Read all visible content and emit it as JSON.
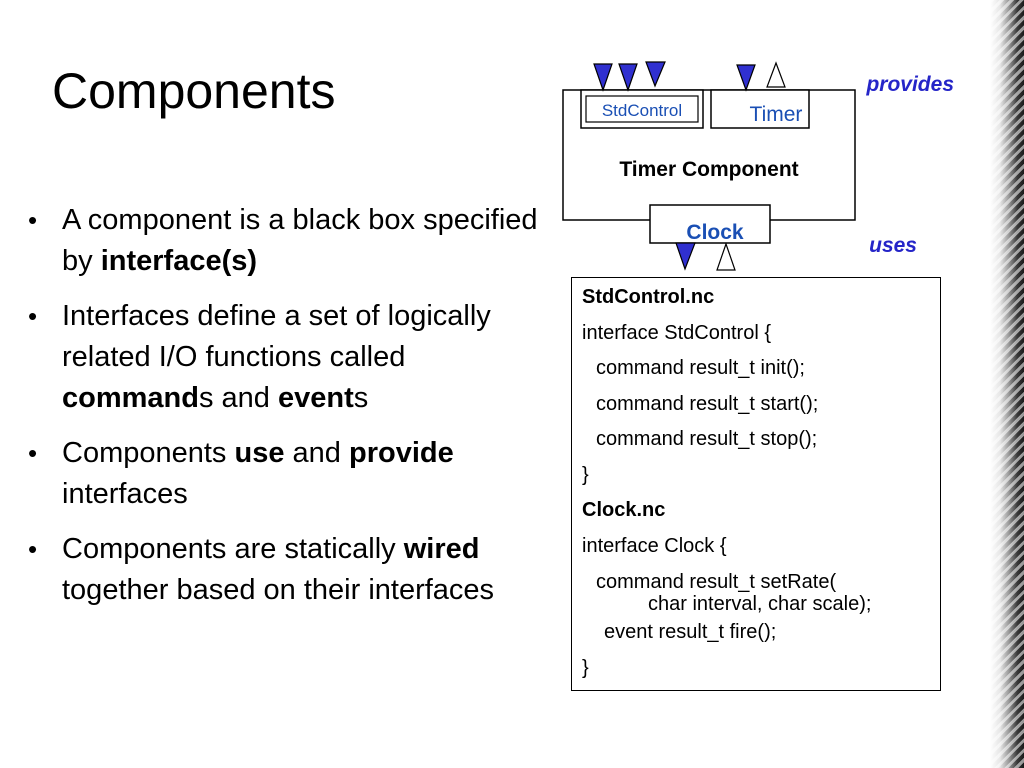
{
  "slide": {
    "title": "Components",
    "bullets": [
      {
        "parts": [
          {
            "text": "A component is a black box specified by "
          },
          {
            "text": "interface(s)",
            "bold": true
          }
        ]
      },
      {
        "parts": [
          {
            "text": "Interfaces define a set of logically related I/O functions called "
          },
          {
            "text": "command",
            "bold": true
          },
          {
            "text": "s and "
          },
          {
            "text": "event",
            "bold": true
          },
          {
            "text": "s"
          }
        ]
      },
      {
        "parts": [
          {
            "text": "Components "
          },
          {
            "text": "use",
            "bold": true
          },
          {
            "text": " and "
          },
          {
            "text": "provide",
            "bold": true
          },
          {
            "text": " interfaces"
          }
        ]
      },
      {
        "parts": [
          {
            "text": "Components are statically "
          },
          {
            "text": "wired",
            "bold": true
          },
          {
            "text": " together based on their interfaces"
          }
        ]
      }
    ]
  },
  "diagram": {
    "component_label": "Timer Component",
    "stdcontrol_label": "StdControl",
    "timer_label": "Timer",
    "clock_label": "Clock",
    "provides_label": "provides",
    "uses_label": "uses",
    "colors": {
      "accent_blue": "#2525c8",
      "label_blue": "#1a4fb4",
      "arrow_fill": "#3030d0"
    }
  },
  "code": {
    "stdcontrol_file": "StdControl.nc",
    "stdcontrol_decl": "interface StdControl {",
    "stdcontrol_init": "command result_t init();",
    "stdcontrol_start": "command result_t start();",
    "stdcontrol_stop": "command result_t stop();",
    "stdcontrol_close": "}",
    "clock_file": "Clock.nc",
    "clock_decl": "interface Clock {",
    "clock_setrate": "command result_t setRate(",
    "clock_setrate_args": "char interval, char scale);",
    "clock_fire": "event result_t fire();",
    "clock_close": "}"
  }
}
